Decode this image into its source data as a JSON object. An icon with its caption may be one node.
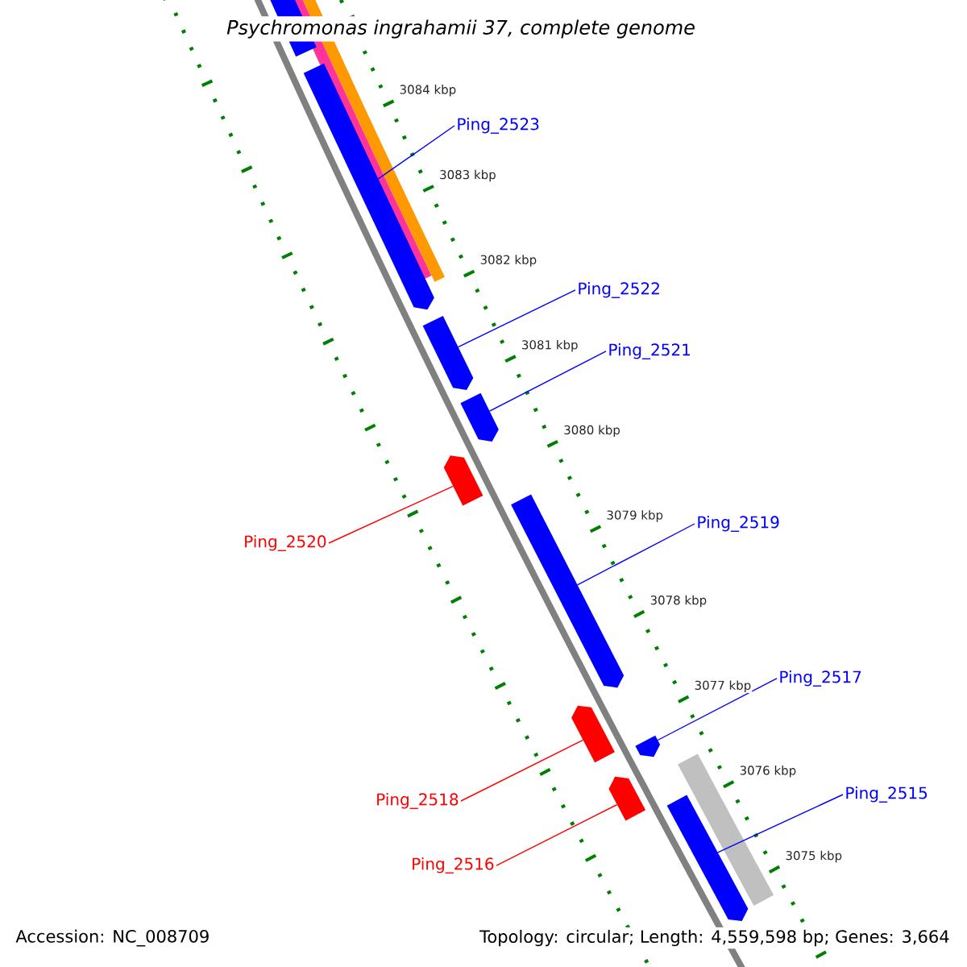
{
  "diagram": {
    "title": "Psychromonas ingrahamii 37, complete genome",
    "nodes": [
      {
        "text": [
          "Ping_2523"
        ]
      },
      {
        "text": [
          "Ping_2522"
        ]
      },
      {
        "text": [
          "Ping_2521"
        ]
      },
      {
        "text": [
          "Ping_2519"
        ]
      },
      {
        "text": [
          "Ping_2520"
        ]
      },
      {
        "text": [
          "Ping_2517"
        ]
      },
      {
        "text": [
          "Ping_2515"
        ]
      },
      {
        "text": [
          "Ping_2518"
        ]
      },
      {
        "text": [
          "Ping_2516"
        ]
      },
      {
        "text": [],
        "shape": "bar"
      },
      {
        "text": [],
        "shape": "bar"
      },
      {
        "text": [],
        "shape": "bar"
      },
      {
        "text": [],
        "shape": "bar"
      },
      {
        "text": [],
        "shape": "bar"
      },
      {
        "text": [],
        "shape": "bar"
      },
      {
        "text": [],
        "shape": "bar"
      },
      {
        "text": [],
        "shape": "bar"
      },
      {
        "text": [],
        "shape": "bar"
      }
    ],
    "edges": [
      {
        "from": 0,
        "to": 9,
        "arrow": "none"
      },
      {
        "from": 1,
        "to": 10,
        "arrow": "none"
      },
      {
        "from": 2,
        "to": 11,
        "arrow": "none"
      },
      {
        "from": 3,
        "to": 13,
        "arrow": "none"
      },
      {
        "from": 4,
        "to": 12,
        "arrow": "none",
        "color": "#ff0000"
      },
      {
        "from": 5,
        "to": 15,
        "arrow": "none"
      },
      {
        "from": 6,
        "to": 17,
        "arrow": "none"
      },
      {
        "from": 7,
        "to": 14,
        "arrow": "none",
        "color": "#ff0000"
      },
      {
        "from": 8,
        "to": 16,
        "arrow": "none",
        "color": "#ff0000"
      }
    ],
    "labels": [
      "3084 kbp",
      "3083 kbp",
      "3082 kbp",
      "3081 kbp",
      "3080 kbp",
      "3079 kbp",
      "3078 kbp",
      "3077 kbp",
      "3076 kbp",
      "3075 kbp",
      "Accession: NC_008709",
      "Topology: circular; Length: 4,559,598 bp; Genes: 3,664"
    ]
  }
}
